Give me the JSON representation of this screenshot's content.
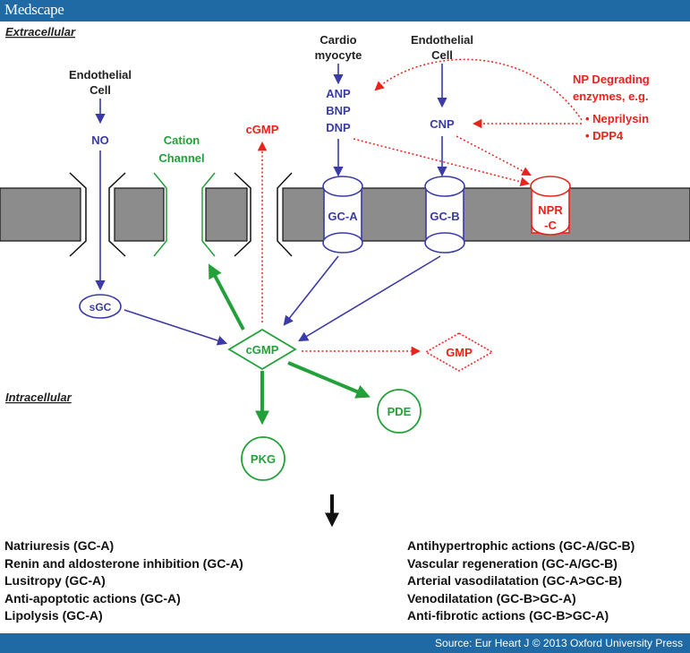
{
  "header": {
    "brand": "Medscape"
  },
  "footer": {
    "source": "Source: Eur Heart J © 2013 Oxford University Press"
  },
  "colors": {
    "blue": "#3a3aa8",
    "green": "#22a03a",
    "red": "#e8231b",
    "membrane": "#8c8c8c",
    "bar": "#1f6aa5"
  },
  "regions": {
    "extracellular": "Extracellular",
    "intracellular": "Intracellular"
  },
  "nodes": {
    "endo_left_line1": "Endothelial",
    "endo_left_line2": "Cell",
    "no": "NO",
    "cation_line1": "Cation",
    "cation_line2": "Channel",
    "cgmp_top": "cGMP",
    "cardio_line1": "Cardio",
    "cardio_line2": "myocyte",
    "anp": "ANP",
    "bnp": "BNP",
    "dnp": "DNP",
    "endo_right_line1": "Endothelial",
    "endo_right_line2": "Cell",
    "cnp": "CNP",
    "np_line1": "NP Degrading",
    "np_line2": "enzymes, e.g.",
    "neprilysin": "• Neprilysin",
    "dpp4": "• DPP4",
    "gca": "GC-A",
    "gcb": "GC-B",
    "nprc_line1": "NPR",
    "nprc_line2": "-C",
    "sgc": "sGC",
    "cgmp_center": "cGMP",
    "gmp": "GMP",
    "pde": "PDE",
    "pkg": "PKG"
  },
  "effects": {
    "left": [
      "Natriuresis (GC-A)",
      "Renin and aldosterone inhibition (GC-A)",
      "Lusitropy (GC-A)",
      "Anti-apoptotic actions (GC-A)",
      "Lipolysis (GC-A)"
    ],
    "right": [
      "Antihypertrophic actions (GC-A/GC-B)",
      "Vascular regeneration (GC-A/GC-B)",
      "Arterial vasodilatation (GC-A>GC-B)",
      "Venodilatation (GC-B>GC-A)",
      "Anti-fibrotic actions (GC-B>GC-A)"
    ]
  }
}
